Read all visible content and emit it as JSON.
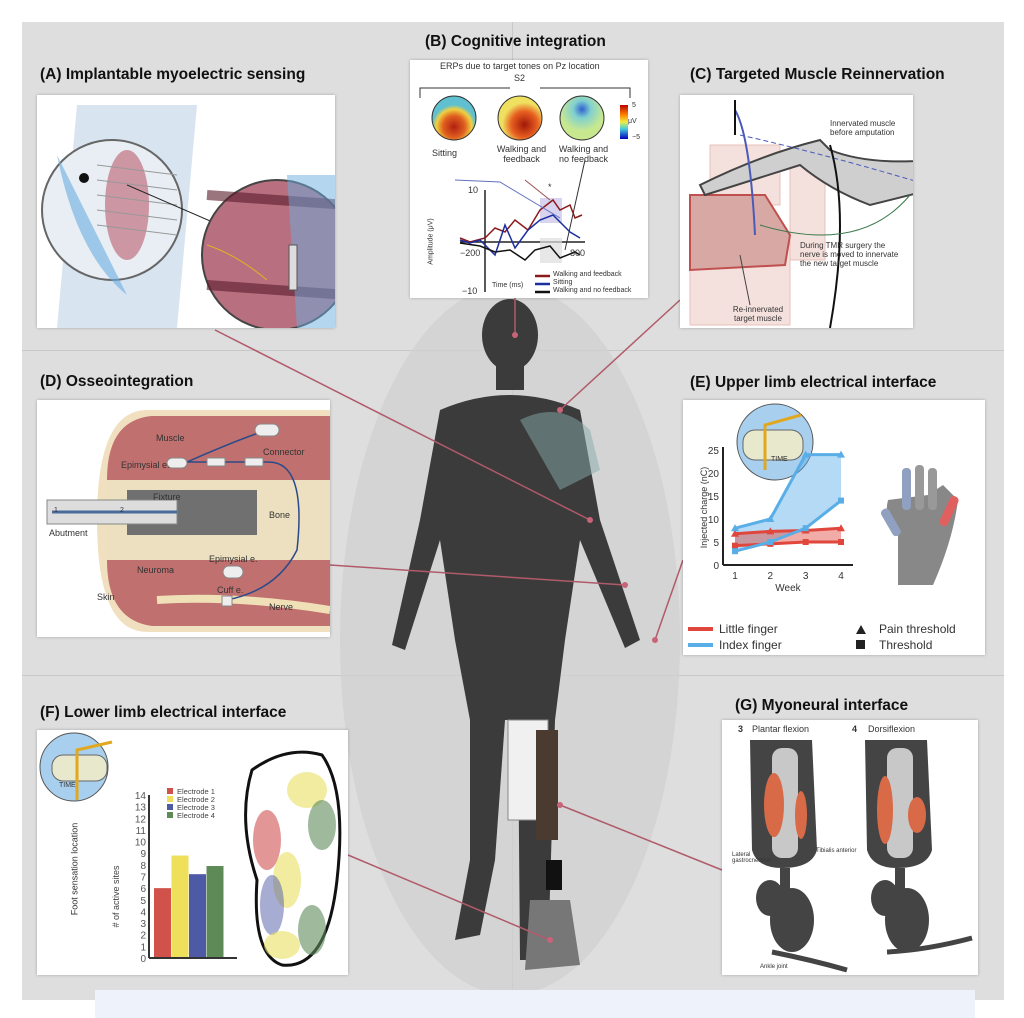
{
  "panels": {
    "a": {
      "title": "(A) Implantable myoelectric sensing"
    },
    "b": {
      "title": "(B) Cognitive integration",
      "caption": "ERPs due to target tones on Pz location",
      "subject": "S2",
      "maps": [
        "Sitting",
        "Walking and feedback",
        "Walking and no feedback"
      ],
      "colorbar": {
        "max": "5",
        "min": "−5",
        "unit": "μV"
      },
      "ylabel": "Amplitude (μV)",
      "xlabel": "Time (ms)",
      "yticks": [
        "10",
        "−10"
      ],
      "xticks": [
        "−200",
        "800"
      ],
      "sig_marker": "*",
      "legend": [
        "Walking and feedback",
        "Sitting",
        "Walking and no feedback"
      ],
      "colors": {
        "walking_feedback": "#8b1a1a",
        "sitting": "#1c2fa0",
        "no_feedback": "#111111"
      }
    },
    "c": {
      "title": "(C) Targeted Muscle Reinnervation",
      "labels": [
        "Innervated muscle before amputation",
        "During TMR surgery the nerve is moved to innervate the new target muscle",
        "Re-innervated target muscle"
      ]
    },
    "d": {
      "title": "(D) Osseointegration",
      "labels": {
        "muscle": "Muscle",
        "epimysial1": "Epimysial e.",
        "connector": "Connector",
        "fixture": "Fixture",
        "bone": "Bone",
        "abutment": "Abutment",
        "epimysial2": "Epimysial e.",
        "neuroma": "Neuroma",
        "skin": "Skin",
        "cuff": "Cuff e.",
        "nerve": "Nerve",
        "n1": "1",
        "n2": "2"
      }
    },
    "e": {
      "title": "(E) Upper limb electrical interface",
      "time_label": "TIME"
    },
    "f": {
      "title": "(F) Lower limb electrical interface",
      "time_label": "TIME",
      "ylabel_outer": "Foot sensation location"
    },
    "g": {
      "title": "(G) Myoneural interface",
      "sub": [
        {
          "num": "3",
          "label": "Plantar flexion"
        },
        {
          "num": "4",
          "label": "Dorsiflexion"
        }
      ],
      "labels": {
        "lateral": "Lateral gastrocnemius",
        "tibialis": "Tibialis anterior",
        "ankle": "Ankle joint"
      }
    }
  },
  "chart_data": [
    {
      "id": "upper-limb",
      "type": "line",
      "xlabel": "Week",
      "ylabel": "Injected charge (nC)",
      "x": [
        1,
        2,
        3,
        4
      ],
      "xticks": [
        "1",
        "2",
        "3",
        "4"
      ],
      "yticks": [
        "0",
        "5",
        "10",
        "15",
        "20",
        "25"
      ],
      "ylim": [
        0,
        25
      ],
      "series": [
        {
          "name": "Little finger",
          "kind": "Threshold",
          "values": [
            4.2,
            4.6,
            5,
            5
          ],
          "color": "#e0463c"
        },
        {
          "name": "Little finger",
          "kind": "Pain threshold",
          "values": [
            6.8,
            7.3,
            7.5,
            8
          ],
          "color": "#e0463c"
        },
        {
          "name": "Index finger",
          "kind": "Threshold",
          "values": [
            3,
            5,
            8,
            14
          ],
          "color": "#5aaee8"
        },
        {
          "name": "Index finger",
          "kind": "Pain threshold",
          "values": [
            8,
            10,
            24,
            24
          ],
          "color": "#5aaee8"
        }
      ],
      "legend": [
        "Little finger",
        "Index finger",
        "Pain threshold",
        "Threshold"
      ]
    },
    {
      "id": "lower-limb",
      "type": "bar",
      "ylabel": "# of active sites",
      "categories": [
        "Electrode 1",
        "Electrode 2",
        "Electrode 3",
        "Electrode 4"
      ],
      "values": [
        6,
        8.8,
        7.2,
        7.9
      ],
      "colors": [
        "#d0524a",
        "#eee05a",
        "#4f5aa6",
        "#5e8a58"
      ],
      "ylim": [
        0,
        14
      ],
      "yticks": [
        "0",
        "1",
        "2",
        "3",
        "4",
        "5",
        "6",
        "7",
        "8",
        "9",
        "10",
        "11",
        "12",
        "13",
        "14"
      ]
    }
  ]
}
